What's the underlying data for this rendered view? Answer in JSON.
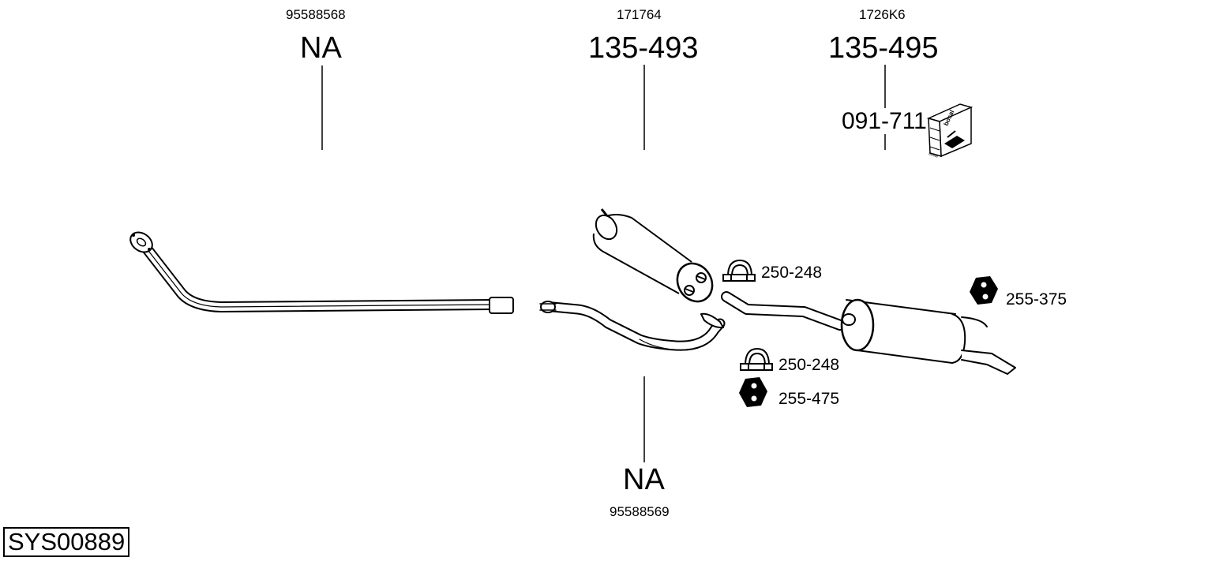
{
  "diagram": {
    "system_id": "SYS00889",
    "labels": {
      "front_pipe_oem": "95588568",
      "front_pipe_part": "NA",
      "middle_muffler_oem": "171764",
      "middle_muffler_part": "135-493",
      "rear_muffler_oem": "1726K6",
      "rear_muffler_part": "135-495",
      "mounting_kit": "091-711",
      "kit_box_brand": "bosal",
      "clamp_1": "250-248",
      "clamp_2": "250-248",
      "rubber_mount_1": "255-375",
      "rubber_mount_2": "255-475",
      "intermediate_pipe_part": "NA",
      "intermediate_pipe_oem": "95588569"
    }
  }
}
